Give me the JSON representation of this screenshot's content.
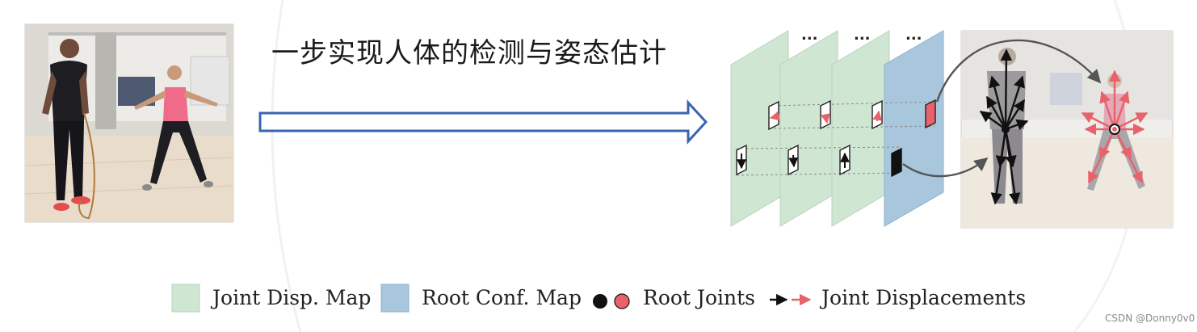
{
  "title": "一步实现人体的检测与姿态估计",
  "map_dots": [
    "...",
    "...",
    "..."
  ],
  "legend": {
    "joint_disp_map": "Joint Disp. Map",
    "root_conf_map": "Root Conf. Map",
    "root_joints": "Root Joints",
    "joint_displacements": "Joint Displacements"
  },
  "watermark": "CSDN @Donny0v0",
  "colors": {
    "joint_disp_map": "#cfe6d3",
    "root_conf_map": "#a9c7dc",
    "arrow_outline": "#3a64b0",
    "red_joint": "#e8626b",
    "black_joint": "#111111"
  }
}
